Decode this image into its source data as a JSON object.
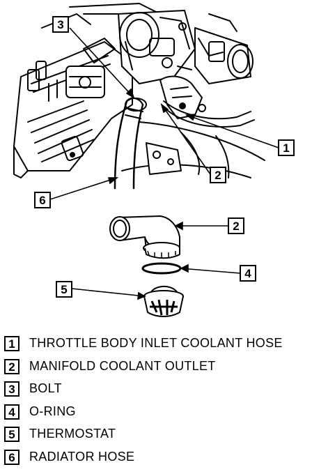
{
  "callouts": [
    {
      "number": "3"
    },
    {
      "number": "1"
    },
    {
      "number": "2"
    },
    {
      "number": "6"
    },
    {
      "number": "2"
    },
    {
      "number": "4"
    },
    {
      "number": "5"
    }
  ],
  "legend": [
    {
      "number": "1",
      "label": "THROTTLE BODY INLET COOLANT HOSE"
    },
    {
      "number": "2",
      "label": "MANIFOLD COOLANT OUTLET"
    },
    {
      "number": "3",
      "label": "BOLT"
    },
    {
      "number": "4",
      "label": "O-RING"
    },
    {
      "number": "5",
      "label": "THERMOSTAT"
    },
    {
      "number": "6",
      "label": "RADIATOR HOSE"
    }
  ]
}
